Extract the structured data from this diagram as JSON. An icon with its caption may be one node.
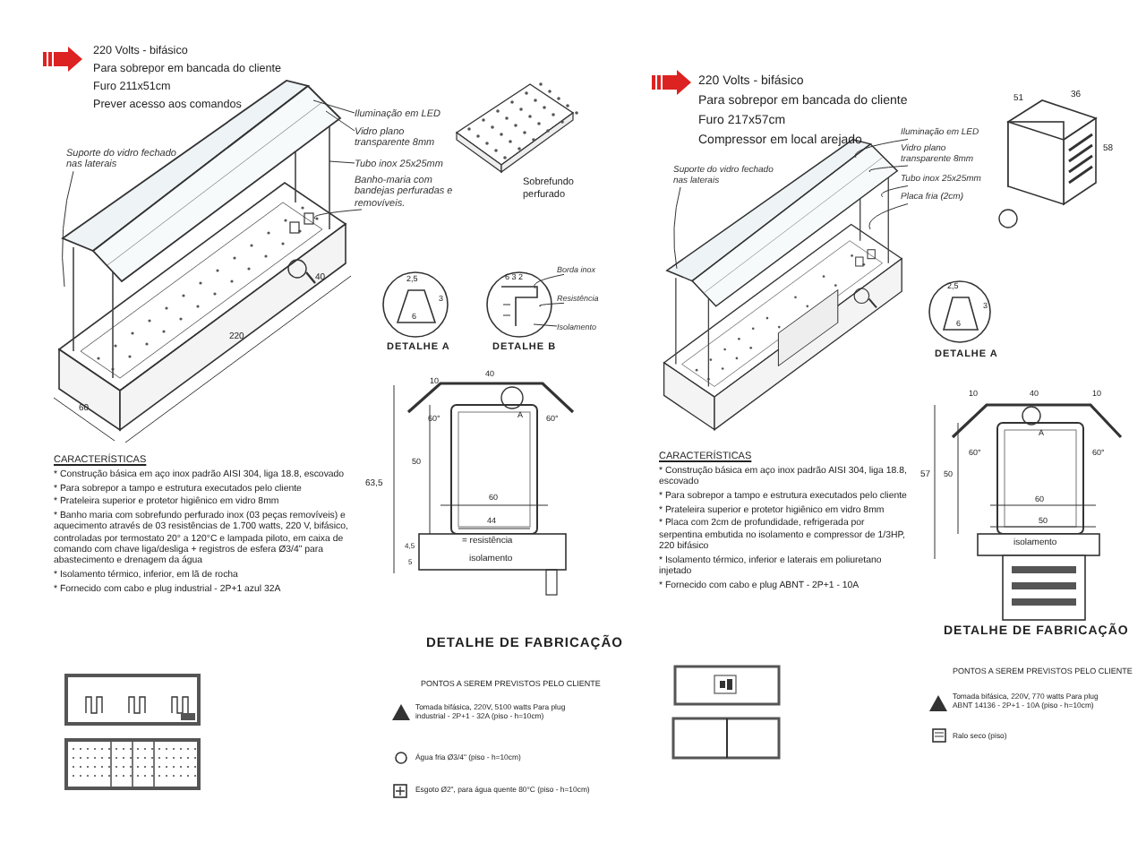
{
  "diagram": {
    "nodes": [
      {
        "text": [
          "Iluminação em LED"
        ]
      },
      {
        "text": [
          "Vidro plano transparente 8mm"
        ]
      },
      {
        "text": [
          "Tubo inox 25x25mm"
        ]
      },
      {
        "text": [
          "Banho-maria com bandejas perfuradas e removíveis."
        ]
      },
      {
        "text": [
          "Suporte do vidro fechado nas laterais"
        ]
      },
      {
        "text": [
          "Borda inox"
        ]
      },
      {
        "text": [
          "Resistência"
        ]
      },
      {
        "text": [
          "Isolamento"
        ]
      },
      {
        "text": [
          "Iluminação em LED"
        ]
      },
      {
        "text": [
          "Vidro plano transparente 8mm"
        ]
      },
      {
        "text": [
          "Tubo inox 25x25mm"
        ]
      },
      {
        "text": [
          "Placa fria (2cm)"
        ]
      },
      {
        "text": [
          "Suporte do vidro fechado nas laterais"
        ]
      },
      {
        "text": [],
        "shape": "picture"
      },
      {
        "text": [],
        "shape": "picture"
      },
      {
        "text": [],
        "shape": "picture"
      }
    ],
    "edges": [
      {
        "from": 0,
        "to": 13,
        "arrow": "none"
      },
      {
        "from": 1,
        "to": 13,
        "arrow": "none"
      },
      {
        "from": 2,
        "to": 13,
        "arrow": "none"
      },
      {
        "from": 3,
        "to": 13,
        "arrow": "none"
      },
      {
        "from": 4,
        "to": 13,
        "arrow": "none"
      },
      {
        "from": 5,
        "to": 14,
        "arrow": "none"
      },
      {
        "from": 6,
        "to": 14,
        "arrow": "none"
      },
      {
        "from": 7,
        "to": 14,
        "arrow": "none"
      },
      {
        "from": 8,
        "to": 15,
        "arrow": "none"
      },
      {
        "from": 9,
        "to": 15,
        "arrow": "none"
      },
      {
        "from": 10,
        "to": 15,
        "arrow": "none"
      },
      {
        "from": 11,
        "to": 15,
        "arrow": "none"
      },
      {
        "from": 12,
        "to": 15,
        "arrow": "none"
      }
    ],
    "labels": [
      "220 Volts - bifásico",
      "Para sobrepor em bancada do cliente",
      "Furo 211x51cm",
      "Prever acesso aos comandos",
      "Sobrefundo perfurado",
      "40",
      "220",
      "2,5",
      "3",
      "6",
      "6 3 2",
      "DETALHE A",
      "DETALHE B",
      "60",
      "40",
      "10",
      "60°",
      "A",
      "60°",
      "50",
      "63,5",
      "60",
      "44",
      "4,5",
      "5",
      "= resistência",
      "isolamento",
      "CARACTERÍSTICAS",
      "* Construção básica em aço inox padrão AISI 304, liga 18.8, escovado",
      "* Para sobrepor a tampo e estrutura executados pelo cliente",
      "* Prateleira superior e protetor higiênico em vidro 8mm",
      "* Banho maria com sobrefundo perfurado inox (03 peças removíveis) e aquecimento através de 03 resistências de 1.700 watts, 220 V, bifásico, controladas por termostato 20° a 120°C e lampada piloto, em caixa de comando com chave liga/desliga + registros de esfera Ø3/4\" para abastecimento e drenagem da água",
      "* Isolamento térmico, inferior, em lã de rocha",
      "* Fornecido com cabo e plug industrial - 2P+1 azul 32A",
      "DETALHE DE FABRICAÇÃO",
      "PONTOS A SEREM PREVISTOS PELO CLIENTE",
      "Tomada bifásica, 220V, 5100 watts Para plug industrial - 2P+1 - 32A (piso - h=10cm)",
      "Água fria Ø3/4\" (piso - h=10cm)",
      "Esgoto Ø2\", para água quente 80°C (piso - h=10cm)",
      "220 Volts - bifásico",
      "Para sobrepor em bancada do cliente",
      "Furo 217x57cm",
      "Compressor em local arejado",
      "51",
      "36",
      "58",
      "2,5",
      "3",
      "6",
      "DETALHE A",
      "10",
      "40",
      "10",
      "60°",
      "A",
      "60°",
      "57",
      "50",
      "60",
      "50",
      "isolamento",
      "CARACTERÍSTICAS",
      "* Construção básica em aço inox padrão AISI 304, liga 18.8, escovado",
      "* Para sobrepor a tampo e estrutura executados pelo cliente",
      "* Prateleira superior e protetor higiênico em vidro 8mm",
      "* Placa com 2cm de profundidade, refrigerada por serpentina embutida no isolamento e compressor de 1/3HP, 220 bifásico",
      "* Isolamento térmico, inferior e laterais em poliuretano injetado",
      "* Fornecido com cabo e plug ABNT - 2P+1 - 10A",
      "DETALHE DE FABRICAÇÃO",
      "PONTOS A SEREM PREVISTOS PELO CLIENTE",
      "Tomada bifásica, 220V, 770 watts Para plug ABNT 14136 - 2P+1 - 10A (piso - h=10cm)",
      "Ralo seco (piso)"
    ]
  }
}
